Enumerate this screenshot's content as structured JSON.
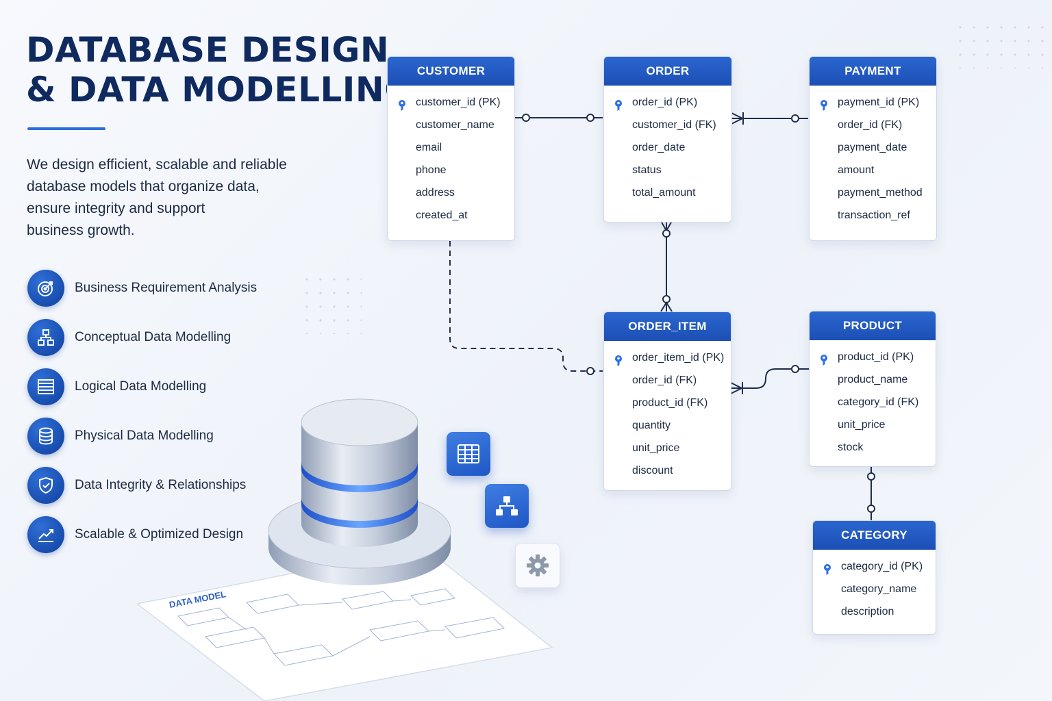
{
  "heading": {
    "line1": "DATABASE DESIGN",
    "line2": "& DATA MODELLING"
  },
  "description": [
    "We design efficient, scalable and reliable",
    "database models that organize data,",
    "ensure integrity and support",
    "business growth."
  ],
  "features": [
    {
      "label": "Business Requirement Analysis",
      "icon": "target-icon"
    },
    {
      "label": "Conceptual Data Modelling",
      "icon": "hierarchy-icon"
    },
    {
      "label": "Logical Data Modelling",
      "icon": "table-list-icon"
    },
    {
      "label": "Physical Data Modelling",
      "icon": "database-icon"
    },
    {
      "label": "Data Integrity & Relationships",
      "icon": "shield-check-icon"
    },
    {
      "label": "Scalable & Optimized Design",
      "icon": "trend-chart-icon"
    }
  ],
  "entities": {
    "customer": {
      "title": "CUSTOMER",
      "fields": [
        "customer_id (PK)",
        "customer_name",
        "email",
        "phone",
        "address",
        "created_at"
      ]
    },
    "order": {
      "title": "ORDER",
      "fields": [
        "order_id (PK)",
        "customer_id (FK)",
        "order_date",
        "status",
        "total_amount"
      ]
    },
    "payment": {
      "title": "PAYMENT",
      "fields": [
        "payment_id (PK)",
        "order_id (FK)",
        "payment_date",
        "amount",
        "payment_method",
        "transaction_ref"
      ]
    },
    "order_item": {
      "title": "ORDER_ITEM",
      "fields": [
        "order_item_id (PK)",
        "order_id (FK)",
        "product_id (FK)",
        "quantity",
        "unit_price",
        "discount"
      ]
    },
    "product": {
      "title": "PRODUCT",
      "fields": [
        "product_id (PK)",
        "product_name",
        "category_id (FK)",
        "unit_price",
        "stock"
      ]
    },
    "category": {
      "title": "CATEGORY",
      "fields": [
        "category_id (PK)",
        "category_name",
        "description"
      ]
    }
  },
  "sheet_label": "DATA MODEL",
  "colors": {
    "primary": "#1c4fb5",
    "heading": "#0f2a5e",
    "accent": "#2a6fe0",
    "line": "#1f2d4d"
  }
}
